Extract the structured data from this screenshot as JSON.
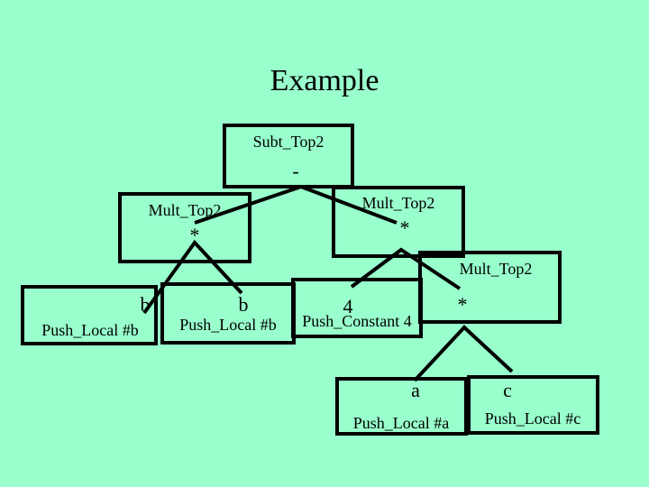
{
  "title": "Example",
  "nodes": {
    "root": {
      "label": "Subt_Top2",
      "op": "-"
    },
    "mult_left": {
      "label": "Mult_Top2",
      "op": "*"
    },
    "mult_mid": {
      "label": "Mult_Top2",
      "op": "*"
    },
    "mult_right": {
      "label": "Mult_Top2",
      "op": "*"
    },
    "leaf_b1": {
      "label": "Push_Local #b",
      "value": "b"
    },
    "leaf_b2": {
      "label": "Push_Local #b",
      "value": "b"
    },
    "leaf_4": {
      "label": "Push_Constant 4",
      "value": "4"
    },
    "leaf_a": {
      "label": "Push_Local #a",
      "value": "a"
    },
    "leaf_c": {
      "label": "Push_Local #c",
      "value": "c"
    }
  },
  "colors": {
    "background": "#99FFCC",
    "stroke": "#000000"
  }
}
